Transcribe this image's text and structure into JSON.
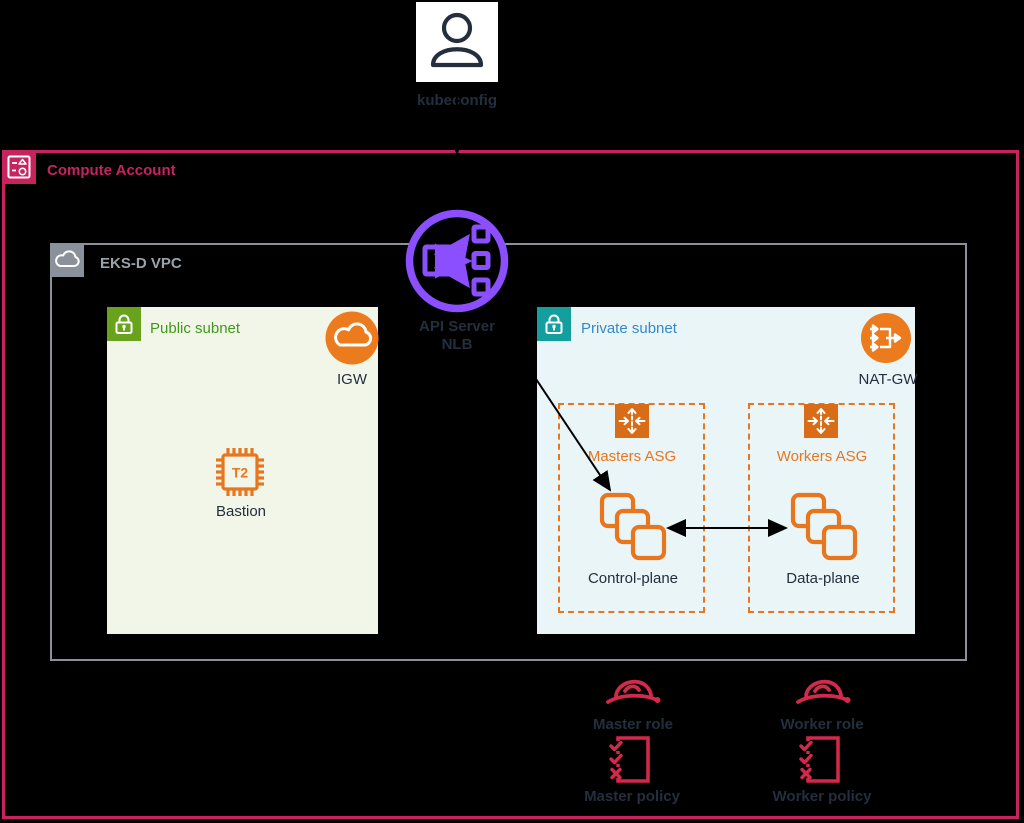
{
  "user": {
    "label": "kubeconfig"
  },
  "account": {
    "label": "Compute Account"
  },
  "vpc": {
    "label": "EKS-D VPC"
  },
  "nlb": {
    "label_line1": "API Server",
    "label_line2": "NLB"
  },
  "public_subnet": {
    "label": "Public subnet",
    "igw_label": "IGW",
    "bastion": {
      "chip_text": "T2",
      "label": "Bastion"
    }
  },
  "private_subnet": {
    "label": "Private subnet",
    "natgw_label": "NAT-GW",
    "masters_asg": {
      "label": "Masters ASG",
      "instances_label": "Control-plane"
    },
    "workers_asg": {
      "label": "Workers ASG",
      "instances_label": "Data-plane"
    }
  },
  "iam": {
    "master_role_label": "Master role",
    "master_policy_label": "Master policy",
    "worker_role_label": "Worker role",
    "worker_policy_label": "Worker policy"
  },
  "icons": {
    "user": "person-icon",
    "account": "account-icon",
    "vpc": "cloud-icon",
    "nlb": "network-load-balancer-icon",
    "public_lock": "padlock-icon",
    "private_lock": "padlock-icon",
    "igw": "internet-gateway-cloud-icon",
    "natgw": "nat-gateway-icon",
    "asg": "auto-scaling-group-icon",
    "instance": "ec2-chip-icon",
    "instances_stack": "stacked-instances-icon",
    "role": "hard-hat-icon",
    "policy": "checklist-icon"
  },
  "colors": {
    "background": "#000000",
    "account_pink": "#C7235F",
    "vpc_gray": "#8A919A",
    "vpc_label": "#9BA3AA",
    "purple": "#8C4FFF",
    "orange": "#E7761E",
    "orange_fill": "#EC7B1D",
    "asg_fill": "#D96D17",
    "green_fill": "#69A31E",
    "green_text": "#3E991C",
    "teal_fill": "#149E9E",
    "blue_text": "#3689C9",
    "navy": "#232F3E",
    "red": "#D5294B",
    "public_bg": "#F2F6E9",
    "private_bg": "#E9F5F7",
    "white": "#FFFFFF"
  }
}
